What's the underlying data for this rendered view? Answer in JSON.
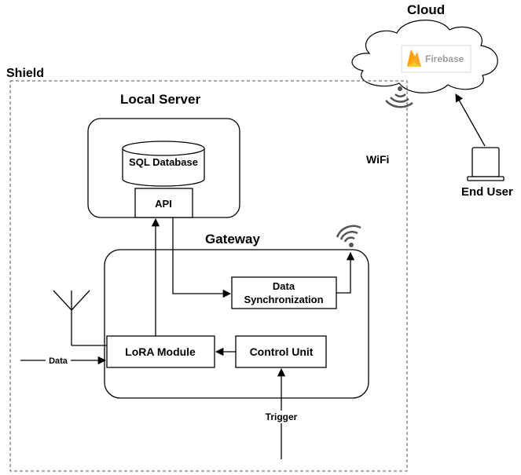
{
  "labels": {
    "cloud": "Cloud",
    "firebase": "Firebase",
    "shield": "Shield",
    "local_server": "Local Server",
    "sql_database": "SQL Database",
    "api": "API",
    "wifi": "WiFi",
    "end_user": "End User",
    "gateway": "Gateway",
    "data_sync_line1": "Data",
    "data_sync_line2": "Synchronization",
    "lora_module": "LoRA Module",
    "control_unit": "Control Unit",
    "data": "Data",
    "trigger": "Trigger"
  },
  "colors": {
    "firebase_flame_dark": "#F5A623",
    "firebase_flame_light": "#FFCA28",
    "firebase_text": "#9E9E9E"
  },
  "icons": [
    "cloud-icon",
    "firebase-logo-icon",
    "wifi-signal-icon",
    "laptop-icon",
    "antenna-icon"
  ]
}
